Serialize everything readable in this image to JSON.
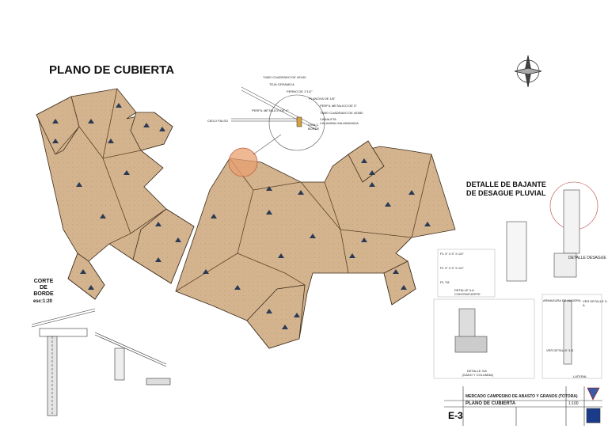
{
  "titles": {
    "plan": "PLANO DE CUBIERTA",
    "section_line1": "CORTE",
    "section_line2": "DE",
    "section_line3": "BORDE",
    "section_scale": "esc:1:20",
    "downspout_line1": "DETALLE DE BAJANTE",
    "downspout_line2": "DE DESAGUE PLUVIAL"
  },
  "edge_detail_labels": [
    "TUBO CUADRADO DE 40X40",
    "TEJA CERAMICA",
    "PERNO DE 1\"1/2\"",
    "PLANCHA DE 1/8\"",
    "PERFIL METALICO DE 3\"",
    "PERFIL METALICO DE 4\"",
    "TUBO CUADRADO DE 40X80",
    "CIELO FALSO",
    "CANALETA",
    "CALAMINA GALVANIZADA",
    "VIGA C",
    "BORDE"
  ],
  "detail_labels": {
    "detalle_desague": "DETALLE DESAGUE",
    "contrafuerte_title": "DETALLE 3-A",
    "contrafuerte_sub": "CONTRAFUERTE",
    "dado_title": "DETALLE 3-B",
    "dado_sub": "(DADO Y COLUMNA)",
    "lateral": "LATERAL",
    "pl_1": "PL 3\" X 3\" X 1/4\"",
    "pl_2": "PL 3\" X 3\" X 1/4\"",
    "pl_3": "PL 7/8",
    "armadura": "ARMADURA DE MADERA",
    "ver_detalle_3a": "VER DETALLE 3-A",
    "ver_detalle_3b": "VER DETALLE 3-B"
  },
  "title_block": {
    "project": "MERCADO CAMPESINO DE ABASTO Y GRANOS (TOTORA)",
    "sheet_title": "PLANO DE CUBIERTA",
    "scale": "1:100",
    "sheet_number": "E-3"
  },
  "colors": {
    "roof_fill": "#d4b48e",
    "roof_stroke": "#3a2a1a",
    "ridge": "#5a4128",
    "highlight": "#e8a070"
  }
}
